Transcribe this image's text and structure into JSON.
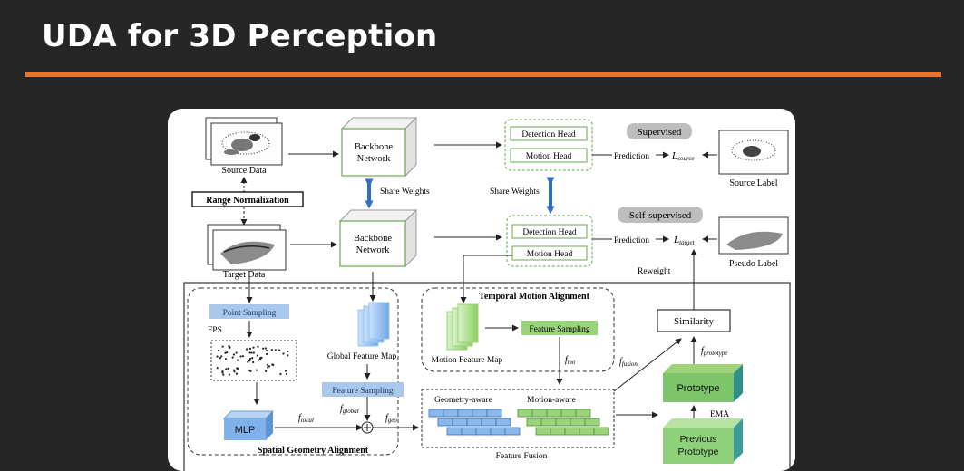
{
  "slide": {
    "title": "UDA for 3D Perception",
    "accent_color": "#e8752a",
    "background_color": "#262626"
  },
  "diagram": {
    "source_data": "Source Data",
    "target_data": "Target Data",
    "range_normalization": "Range Normalization",
    "backbone_top_line1": "Backbone",
    "backbone_top_line2": "Network",
    "backbone_bottom_line1": "Backbone",
    "backbone_bottom_line2": "Network",
    "share_weights_left": "Share Weights",
    "share_weights_right": "Share Weights",
    "detection_head_top": "Detection Head",
    "motion_head_top": "Motion Head",
    "detection_head_bottom": "Detection Head",
    "motion_head_bottom": "Motion Head",
    "supervised": "Supervised",
    "self_supervised": "Self-supervised",
    "prediction_top": "Prediction",
    "prediction_bottom": "Prediction",
    "loss_source": "L",
    "loss_source_sub": "source",
    "loss_target": "L",
    "loss_target_sub": "target",
    "source_label": "Source Label",
    "pseudo_label": "Pseudo Label",
    "reweight": "Reweight",
    "point_sampling": "Point Sampling",
    "fps": "FPS",
    "mlp": "MLP",
    "f_local": "f",
    "f_local_sub": "local",
    "f_global": "f",
    "f_global_sub": "global",
    "f_geo": "f",
    "f_geo_sub": "geo",
    "global_feature_map": "Global Feature Map",
    "feature_sampling_left": "Feature Sampling",
    "spatial_geometry_alignment": "Spatial Geometry Alignment",
    "temporal_motion_alignment": "Temporal Motion Alignment",
    "motion_feature_map": "Motion Feature Map",
    "feature_sampling_right": "Feature Sampling",
    "f_mo": "f",
    "f_mo_sub": "mo",
    "geometry_aware": "Geometry-aware",
    "motion_aware": "Motion-aware",
    "feature_fusion": "Feature Fusion",
    "f_fusion": "f",
    "f_fusion_sub": "fusion",
    "similarity": "Similarity",
    "f_prototype": "f",
    "f_prototype_sub": "prototype",
    "prototype": "Prototype",
    "ema": "EMA",
    "previous_prototype_line1": "Previous",
    "previous_prototype_line2": "Prototype"
  }
}
